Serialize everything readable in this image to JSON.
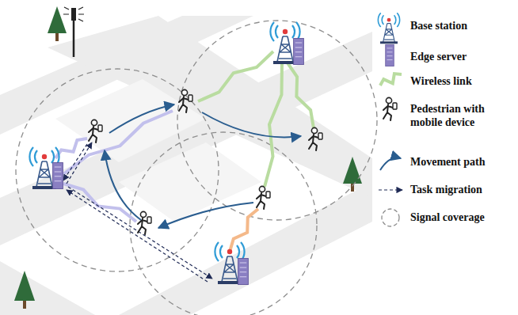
{
  "diagram": {
    "legend": [
      {
        "text": "Base station"
      },
      {
        "text": "Edge server"
      },
      {
        "text": "Wireless link"
      },
      {
        "text": "Pedestrian with mobile device"
      },
      {
        "text": "Movement path"
      },
      {
        "text": "Task migration"
      },
      {
        "text": "Signal coverage"
      }
    ]
  }
}
